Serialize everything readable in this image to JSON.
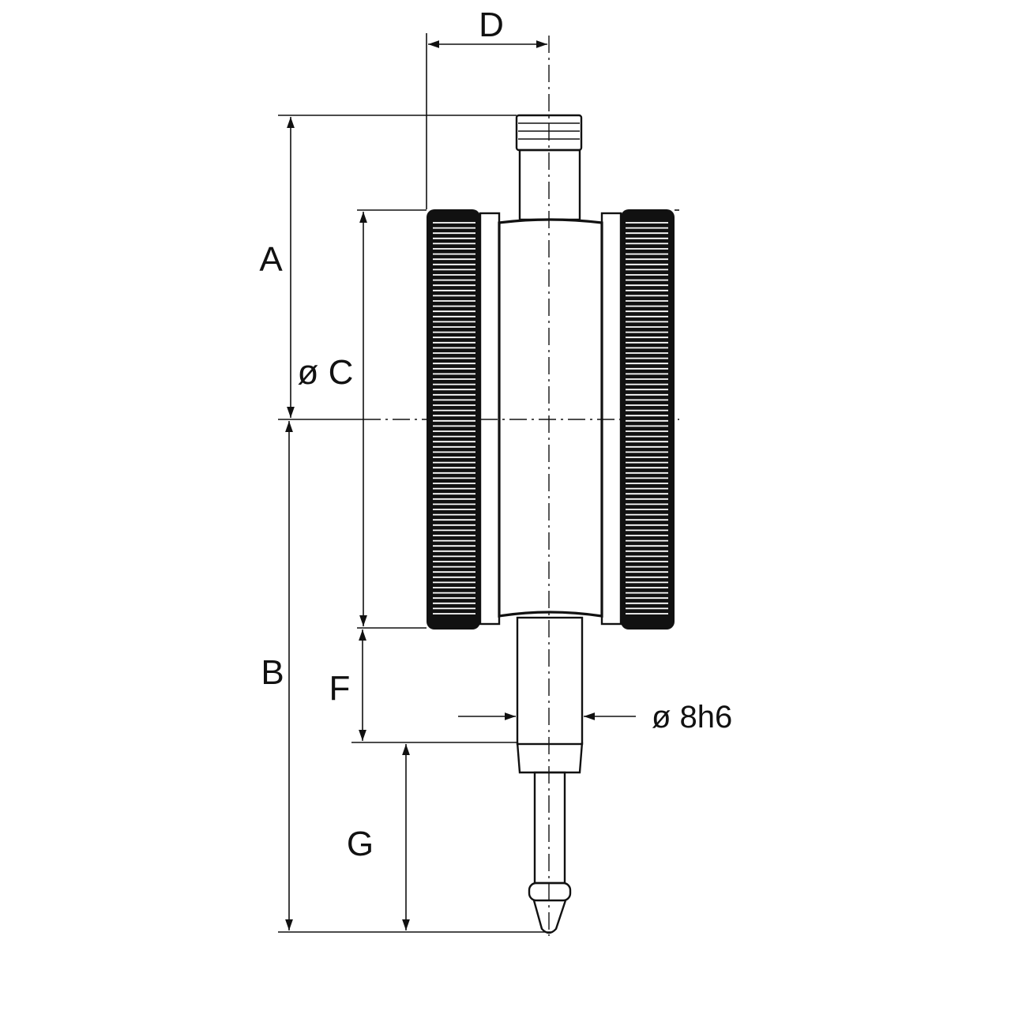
{
  "labels": {
    "A": "A",
    "B": "B",
    "C": "ø C",
    "D": "D",
    "F": "F",
    "G": "G",
    "stem": "ø 8h6"
  },
  "colors": {
    "line": "#111111",
    "knurl": "#111111",
    "background": "#ffffff"
  }
}
